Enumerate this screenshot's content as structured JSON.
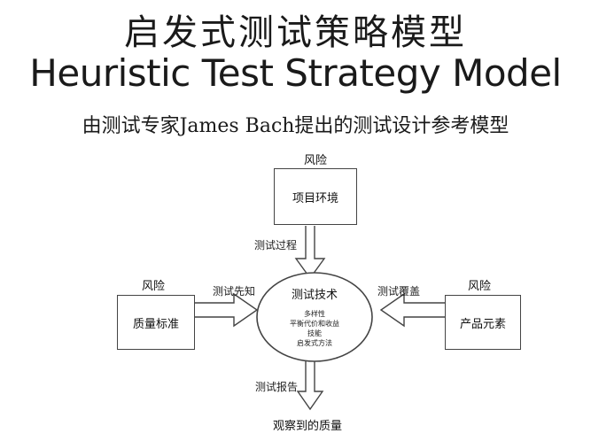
{
  "header": {
    "title_cn": "启发式测试策略模型",
    "title_en": "Heuristic Test Strategy Model",
    "subtitle": "由测试专家James Bach提出的测试设计参考模型"
  },
  "diagram": {
    "top": {
      "risk": "风险",
      "box": "项目环境",
      "arrow_label": "测试过程"
    },
    "left": {
      "risk": "风险",
      "box": "质量标准",
      "arrow_label": "测试先知"
    },
    "right": {
      "risk": "风险",
      "box": "产品元素",
      "arrow_label": "测试覆盖"
    },
    "center": {
      "title": "测试技术",
      "items": [
        "多样性",
        "平衡代价和收益",
        "技能",
        "启发式方法"
      ]
    },
    "bottom": {
      "arrow_label": "测试报告",
      "result": "观察到的质量"
    }
  }
}
